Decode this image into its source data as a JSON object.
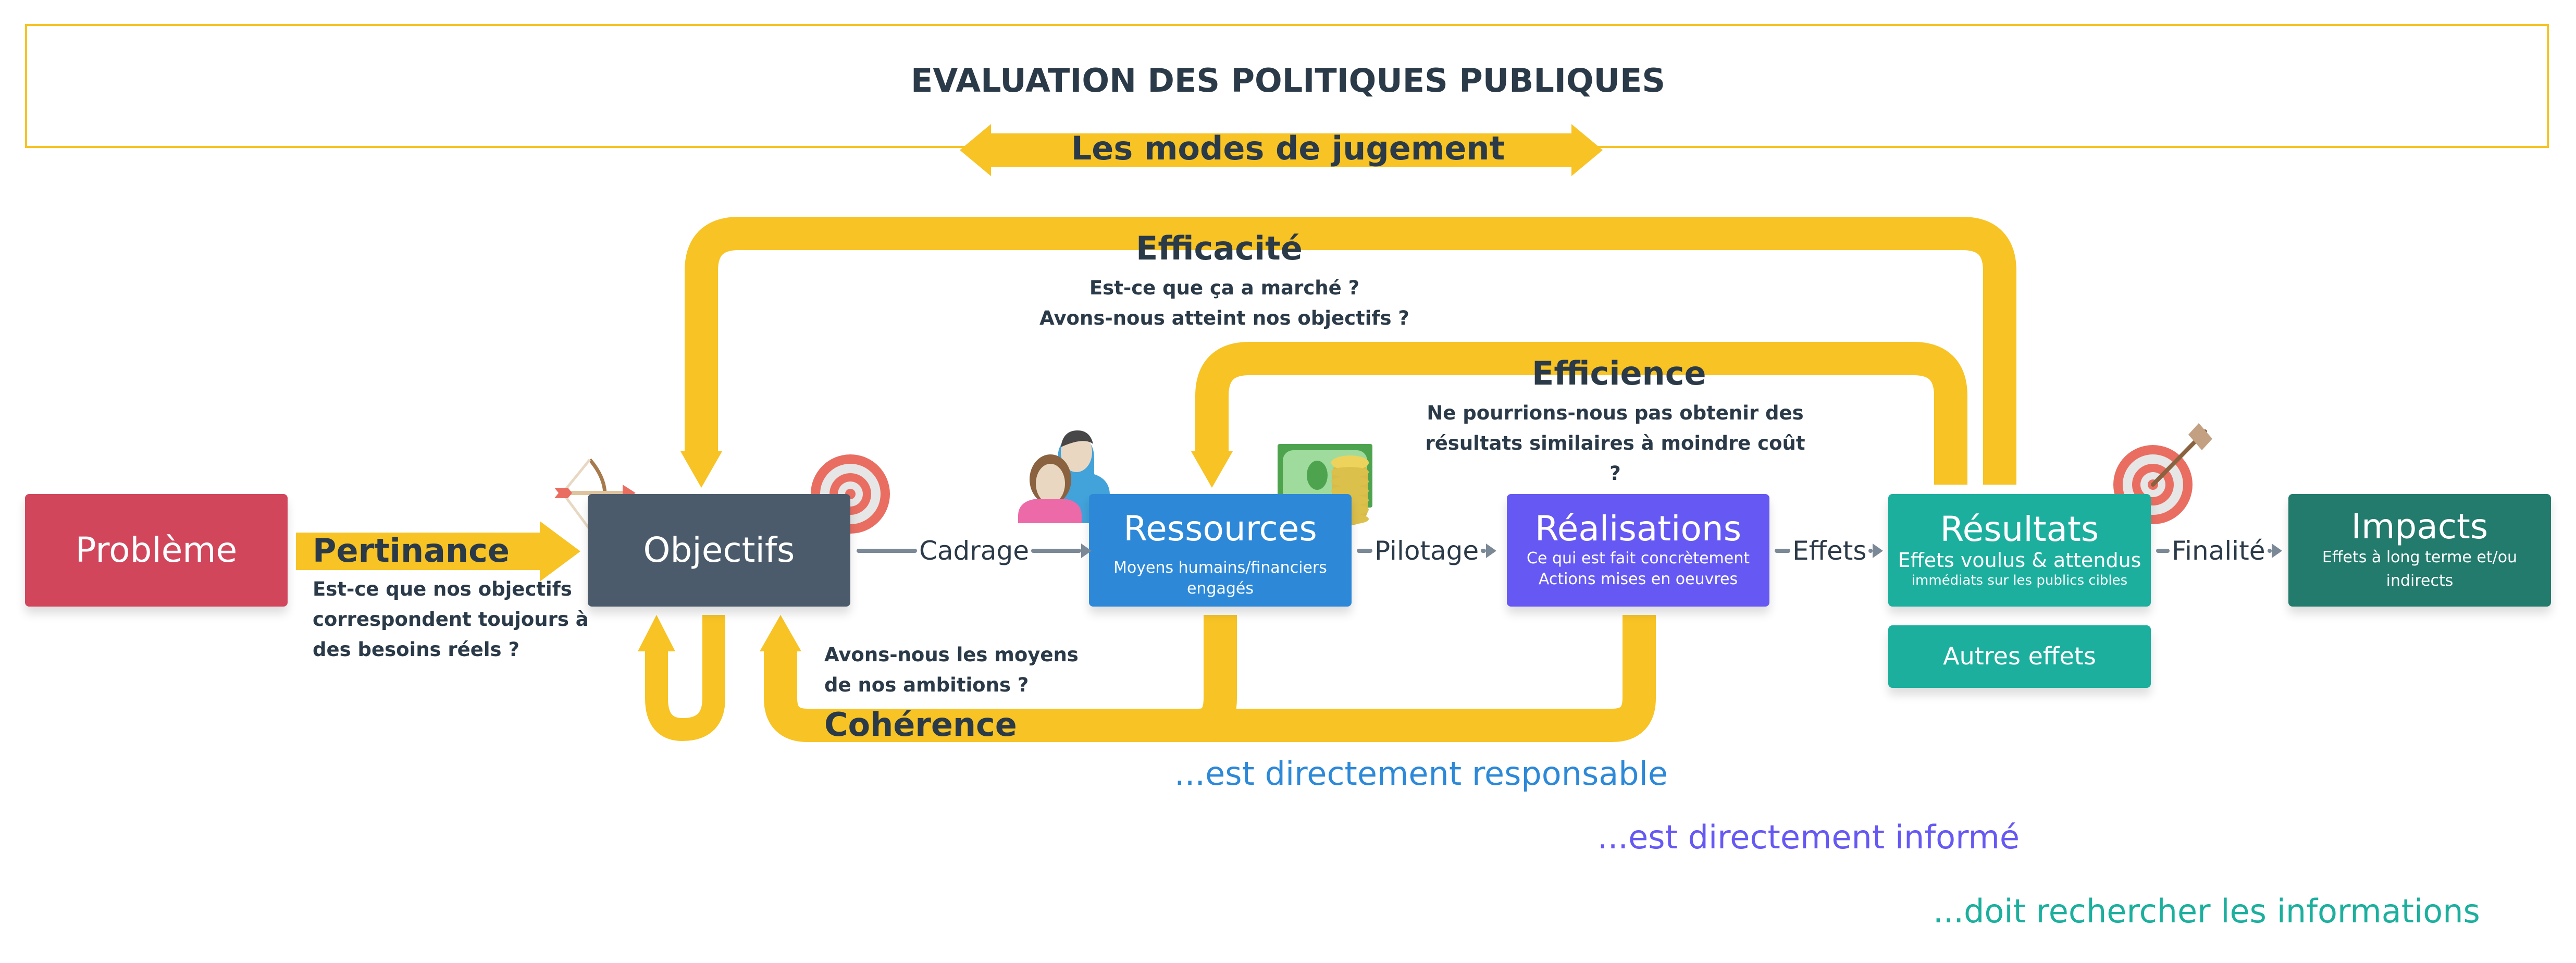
{
  "header": {
    "title": "EVALUATION DES POLITIQUES PUBLIQUES",
    "modes_label": "Les modes de jugement"
  },
  "boxes": {
    "probleme": {
      "title": "Problème",
      "color": "#d2465c"
    },
    "objectifs": {
      "title": "Objectifs",
      "color": "#4b5b6b"
    },
    "ressources": {
      "title": "Ressources",
      "subtitle": "Moyens humains/financiers engagés",
      "color": "#2d89d8"
    },
    "realisations": {
      "title": "Réalisations",
      "line1": "Ce qui est fait concrètement",
      "line2": "Actions mises en oeuvres",
      "color": "#6659f3"
    },
    "resultats": {
      "title": "Résultats",
      "line1": "Effets voulus & attendus",
      "line2": "immédiats sur les publics cibles",
      "color": "#1caf9e"
    },
    "autres_effets": {
      "title": "Autres effets",
      "color": "#1caf9e"
    },
    "impacts": {
      "title": "Impacts",
      "subtitle": "Effets à long terme et/ou indirects",
      "color": "#227b6c"
    }
  },
  "connectors": {
    "cadrage": "Cadrage",
    "pilotage": "Pilotage",
    "effets": "Effets",
    "finalite": "Finalité"
  },
  "judgements": {
    "pertinance": {
      "label": "Pertinance",
      "question_lines": [
        "Est-ce que nos objectifs",
        "correspondent toujours à",
        "des besoins réels ?"
      ]
    },
    "efficacite": {
      "label": "Efficacité",
      "question_lines": [
        "Est-ce que ça a marché ?",
        "Avons-nous atteint nos objectifs ?"
      ]
    },
    "efficience": {
      "label": "Efficience",
      "question_lines": [
        "Ne pourrions-nous pas obtenir des",
        "résultats similaires à moindre coût",
        "?"
      ]
    },
    "coherence": {
      "label": "Cohérence",
      "question_lines": [
        "Avons-nous les moyens",
        "de nos ambitions ?"
      ]
    }
  },
  "legend": [
    {
      "text": "...est directement responsable",
      "color": "#2d89d8"
    },
    {
      "text": "...est directement informé",
      "color": "#6659f3"
    },
    {
      "text": "...doit rechercher les informations",
      "color": "#1caf9e"
    }
  ],
  "icons": [
    "bow-arrow-icon",
    "target-icon",
    "people-icon",
    "money-coins-icon",
    "target-arrow-icon"
  ],
  "accent_color": "#f7c325",
  "text_color": "#2b3a48"
}
